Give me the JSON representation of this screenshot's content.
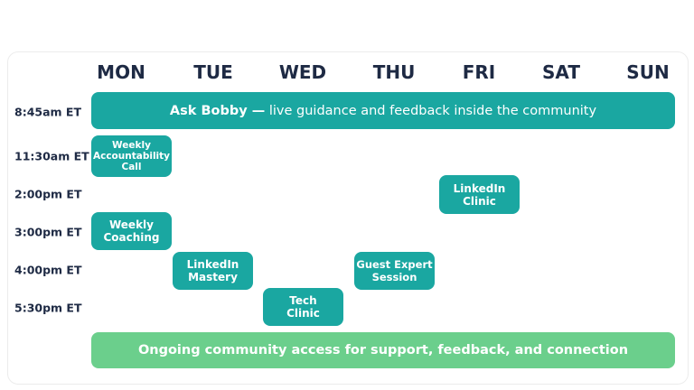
{
  "days": [
    "MON",
    "TUE",
    "WED",
    "THU",
    "FRI",
    "SAT",
    "SUN"
  ],
  "times": [
    "8:45am ET",
    "11:30am ET",
    "2:00pm ET",
    "3:00pm ET",
    "4:00pm ET",
    "5:30pm ET"
  ],
  "events": {
    "ask_bobby": {
      "title": "Ask Bobby —",
      "subtitle": " live guidance and feedback inside the community"
    },
    "accountability": {
      "line1": "Weekly",
      "line2": "Accountability",
      "line3": "Call"
    },
    "linkedin_clinic": {
      "line1": "LinkedIn",
      "line2": "Clinic"
    },
    "coaching": {
      "line1": "Weekly",
      "line2": "Coaching"
    },
    "linkedin_mastery": {
      "line1": "LinkedIn",
      "line2": "Mastery"
    },
    "guest_expert": {
      "line1": "Guest Expert",
      "line2": "Session"
    },
    "tech_clinic": {
      "line1": "Tech",
      "line2": "Clinic"
    },
    "ongoing": "Ongoing community access for support, feedback, and connection"
  },
  "colors": {
    "teal": "#1aa7a1",
    "green": "#6bcf8c",
    "text": "#1e2a44"
  }
}
